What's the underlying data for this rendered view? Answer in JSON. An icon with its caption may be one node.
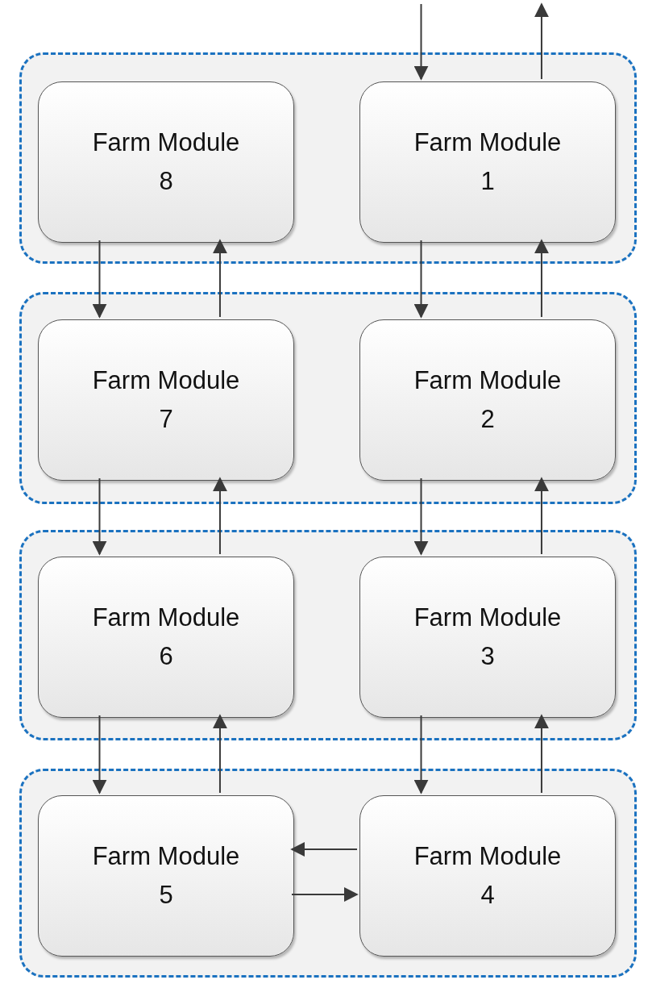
{
  "diagram": {
    "nodes": [
      {
        "text": [],
        "shape": "box"
      },
      {
        "text": [
          "Farm Module 8"
        ],
        "in": 0
      },
      {
        "text": [
          "Farm Module 1"
        ],
        "in": 0
      },
      {
        "text": [],
        "shape": "box"
      },
      {
        "text": [
          "Farm Module 7"
        ],
        "in": 3
      },
      {
        "text": [
          "Farm Module 2"
        ],
        "in": 3
      },
      {
        "text": [],
        "shape": "box"
      },
      {
        "text": [
          "Farm Module 6"
        ],
        "in": 6
      },
      {
        "text": [
          "Farm Module 3"
        ],
        "in": 6
      },
      {
        "text": [],
        "shape": "box"
      },
      {
        "text": [
          "Farm Module 5"
        ],
        "in": 9
      },
      {
        "text": [
          "Farm Module 4"
        ],
        "in": 9
      }
    ],
    "edges": [
      {
        "from": null,
        "to": 2,
        "arrow": "to"
      },
      {
        "from": 2,
        "to": null,
        "arrow": "to"
      },
      {
        "from": 1,
        "to": 4,
        "arrow": "to"
      },
      {
        "from": 4,
        "to": 1,
        "arrow": "to"
      },
      {
        "from": 2,
        "to": 5,
        "arrow": "to"
      },
      {
        "from": 5,
        "to": 2,
        "arrow": "to"
      },
      {
        "from": 4,
        "to": 7,
        "arrow": "to"
      },
      {
        "from": 7,
        "to": 4,
        "arrow": "to"
      },
      {
        "from": 5,
        "to": 8,
        "arrow": "to"
      },
      {
        "from": 8,
        "to": 5,
        "arrow": "to"
      },
      {
        "from": 7,
        "to": 10,
        "arrow": "to"
      },
      {
        "from": 10,
        "to": 7,
        "arrow": "to"
      },
      {
        "from": 8,
        "to": 11,
        "arrow": "to"
      },
      {
        "from": 11,
        "to": 8,
        "arrow": "to"
      },
      {
        "from": 11,
        "to": 10,
        "arrow": "to"
      },
      {
        "from": 10,
        "to": 11,
        "arrow": "to"
      }
    ]
  }
}
